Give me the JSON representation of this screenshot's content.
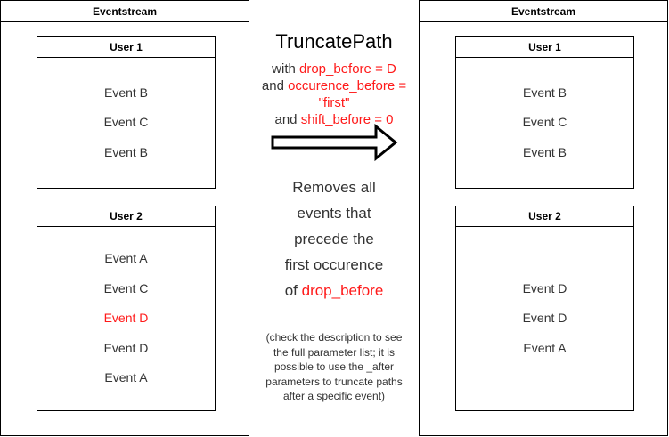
{
  "streams": {
    "left": {
      "title": "Eventstream",
      "users": [
        {
          "title": "User 1",
          "events": [
            "Event B",
            "Event C",
            "Event B"
          ]
        },
        {
          "title": "User 2",
          "events": [
            "Event A",
            "Event C",
            "Event D",
            "Event D",
            "Event A"
          ]
        }
      ]
    },
    "right": {
      "title": "Eventstream",
      "users": [
        {
          "title": "User 1",
          "events": [
            "Event B",
            "Event C",
            "Event B"
          ]
        },
        {
          "title": "User 2",
          "events": [
            "Event D",
            "Event D",
            "Event A"
          ]
        }
      ]
    }
  },
  "operation": {
    "title": "TruncatePath",
    "line1_prefix": "with ",
    "line1_param": "drop_before = D",
    "line2_prefix": "and ",
    "line2_param": "occurence_before = \"first\"",
    "line3_prefix": "and ",
    "line3_param": "shift_before = 0",
    "desc_lines": [
      "Removes all",
      "events that",
      "precede the",
      "first occurence"
    ],
    "desc_last_prefix": "of ",
    "desc_last_param": "drop_before",
    "note": "(check the description to see the full parameter list; it is possible to use the _after parameters to truncate paths after a specific event)"
  },
  "colors": {
    "highlight": "#ff1a1a",
    "text": "#333333",
    "border": "#000000"
  }
}
